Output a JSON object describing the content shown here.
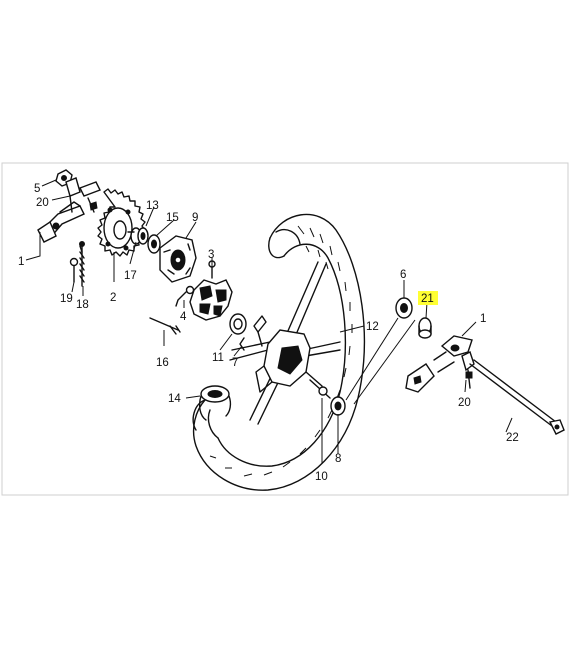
{
  "diagram": {
    "callouts": [
      {
        "id": "c5",
        "text": "5"
      },
      {
        "id": "c20a",
        "text": "20"
      },
      {
        "id": "c1a",
        "text": "1"
      },
      {
        "id": "c13",
        "text": "13"
      },
      {
        "id": "c15",
        "text": "15"
      },
      {
        "id": "c9",
        "text": "9"
      },
      {
        "id": "c19",
        "text": "19"
      },
      {
        "id": "c18",
        "text": "18"
      },
      {
        "id": "c2",
        "text": "2"
      },
      {
        "id": "c17",
        "text": "17"
      },
      {
        "id": "c3",
        "text": "3"
      },
      {
        "id": "c4",
        "text": "4"
      },
      {
        "id": "c16",
        "text": "16"
      },
      {
        "id": "c11",
        "text": "11"
      },
      {
        "id": "c7",
        "text": "7"
      },
      {
        "id": "c6",
        "text": "6"
      },
      {
        "id": "c21",
        "text": "21"
      },
      {
        "id": "c1b",
        "text": "1"
      },
      {
        "id": "c12",
        "text": "12"
      },
      {
        "id": "c14",
        "text": "14"
      },
      {
        "id": "c20b",
        "text": "20"
      },
      {
        "id": "c22",
        "text": "22"
      },
      {
        "id": "c10",
        "text": "10"
      },
      {
        "id": "c8",
        "text": "8"
      }
    ],
    "highlighted_callout": "21",
    "highlight_color": "#ffff33",
    "line_color": "#111111"
  }
}
